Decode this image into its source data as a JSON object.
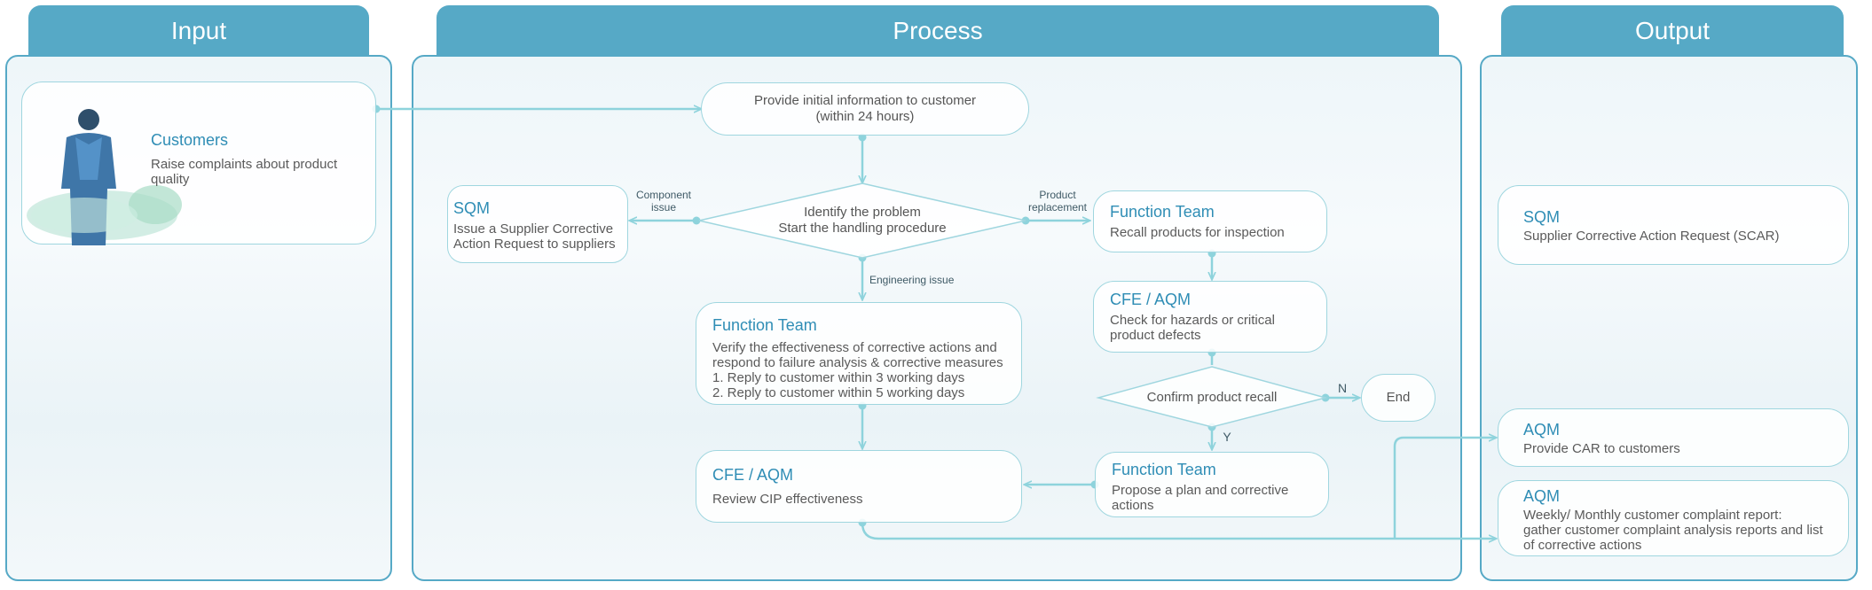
{
  "columns": {
    "input": "Input",
    "process": "Process",
    "output": "Output"
  },
  "input": {
    "customers": {
      "title": "Customers",
      "text": "Raise complaints about product quality"
    }
  },
  "process": {
    "provide_info": {
      "line1": "Provide initial information to customer",
      "line2": "(within 24 hours)"
    },
    "identify": {
      "line1": "Identify the problem",
      "line2": "Start the handling procedure"
    },
    "labels": {
      "component": "Component issue",
      "product_replacement": "Product replacement",
      "engineering": "Engineering issue",
      "n": "N",
      "y": "Y"
    },
    "sqm": {
      "title": "SQM",
      "text": "Issue a Supplier Corrective Action Request to suppliers"
    },
    "function_recall": {
      "title": "Function Team",
      "text": "Recall products for inspection"
    },
    "function_verify": {
      "title": "Function Team",
      "line1": "Verify the effectiveness of corrective actions and",
      "line2": "respond to failure analysis & corrective measures",
      "line3": "1. Reply to customer within 3 working days",
      "line4": "2. Reply to customer within 5 working days"
    },
    "cfe_check": {
      "title": "CFE / AQM",
      "text": "Check for hazards or critical product defects"
    },
    "confirm_recall": "Confirm product recall",
    "end": "End",
    "cfe_review": {
      "title": "CFE / AQM",
      "text": "Review CIP effectiveness"
    },
    "function_propose": {
      "title": "Function Team",
      "text": "Propose a plan and corrective actions"
    }
  },
  "output": {
    "sqm": {
      "title": "SQM",
      "text": "Supplier Corrective Action Request (SCAR)"
    },
    "aqm_car": {
      "title": "AQM",
      "text": "Provide CAR to customers"
    },
    "aqm_report": {
      "title": "AQM",
      "text": "Weekly/ Monthly customer complaint report: gather customer complaint analysis reports and list of corrective actions"
    }
  },
  "colors": {
    "header": "#56a9c6",
    "connector": "#8ed3dc",
    "title_text": "#2f8db5"
  }
}
